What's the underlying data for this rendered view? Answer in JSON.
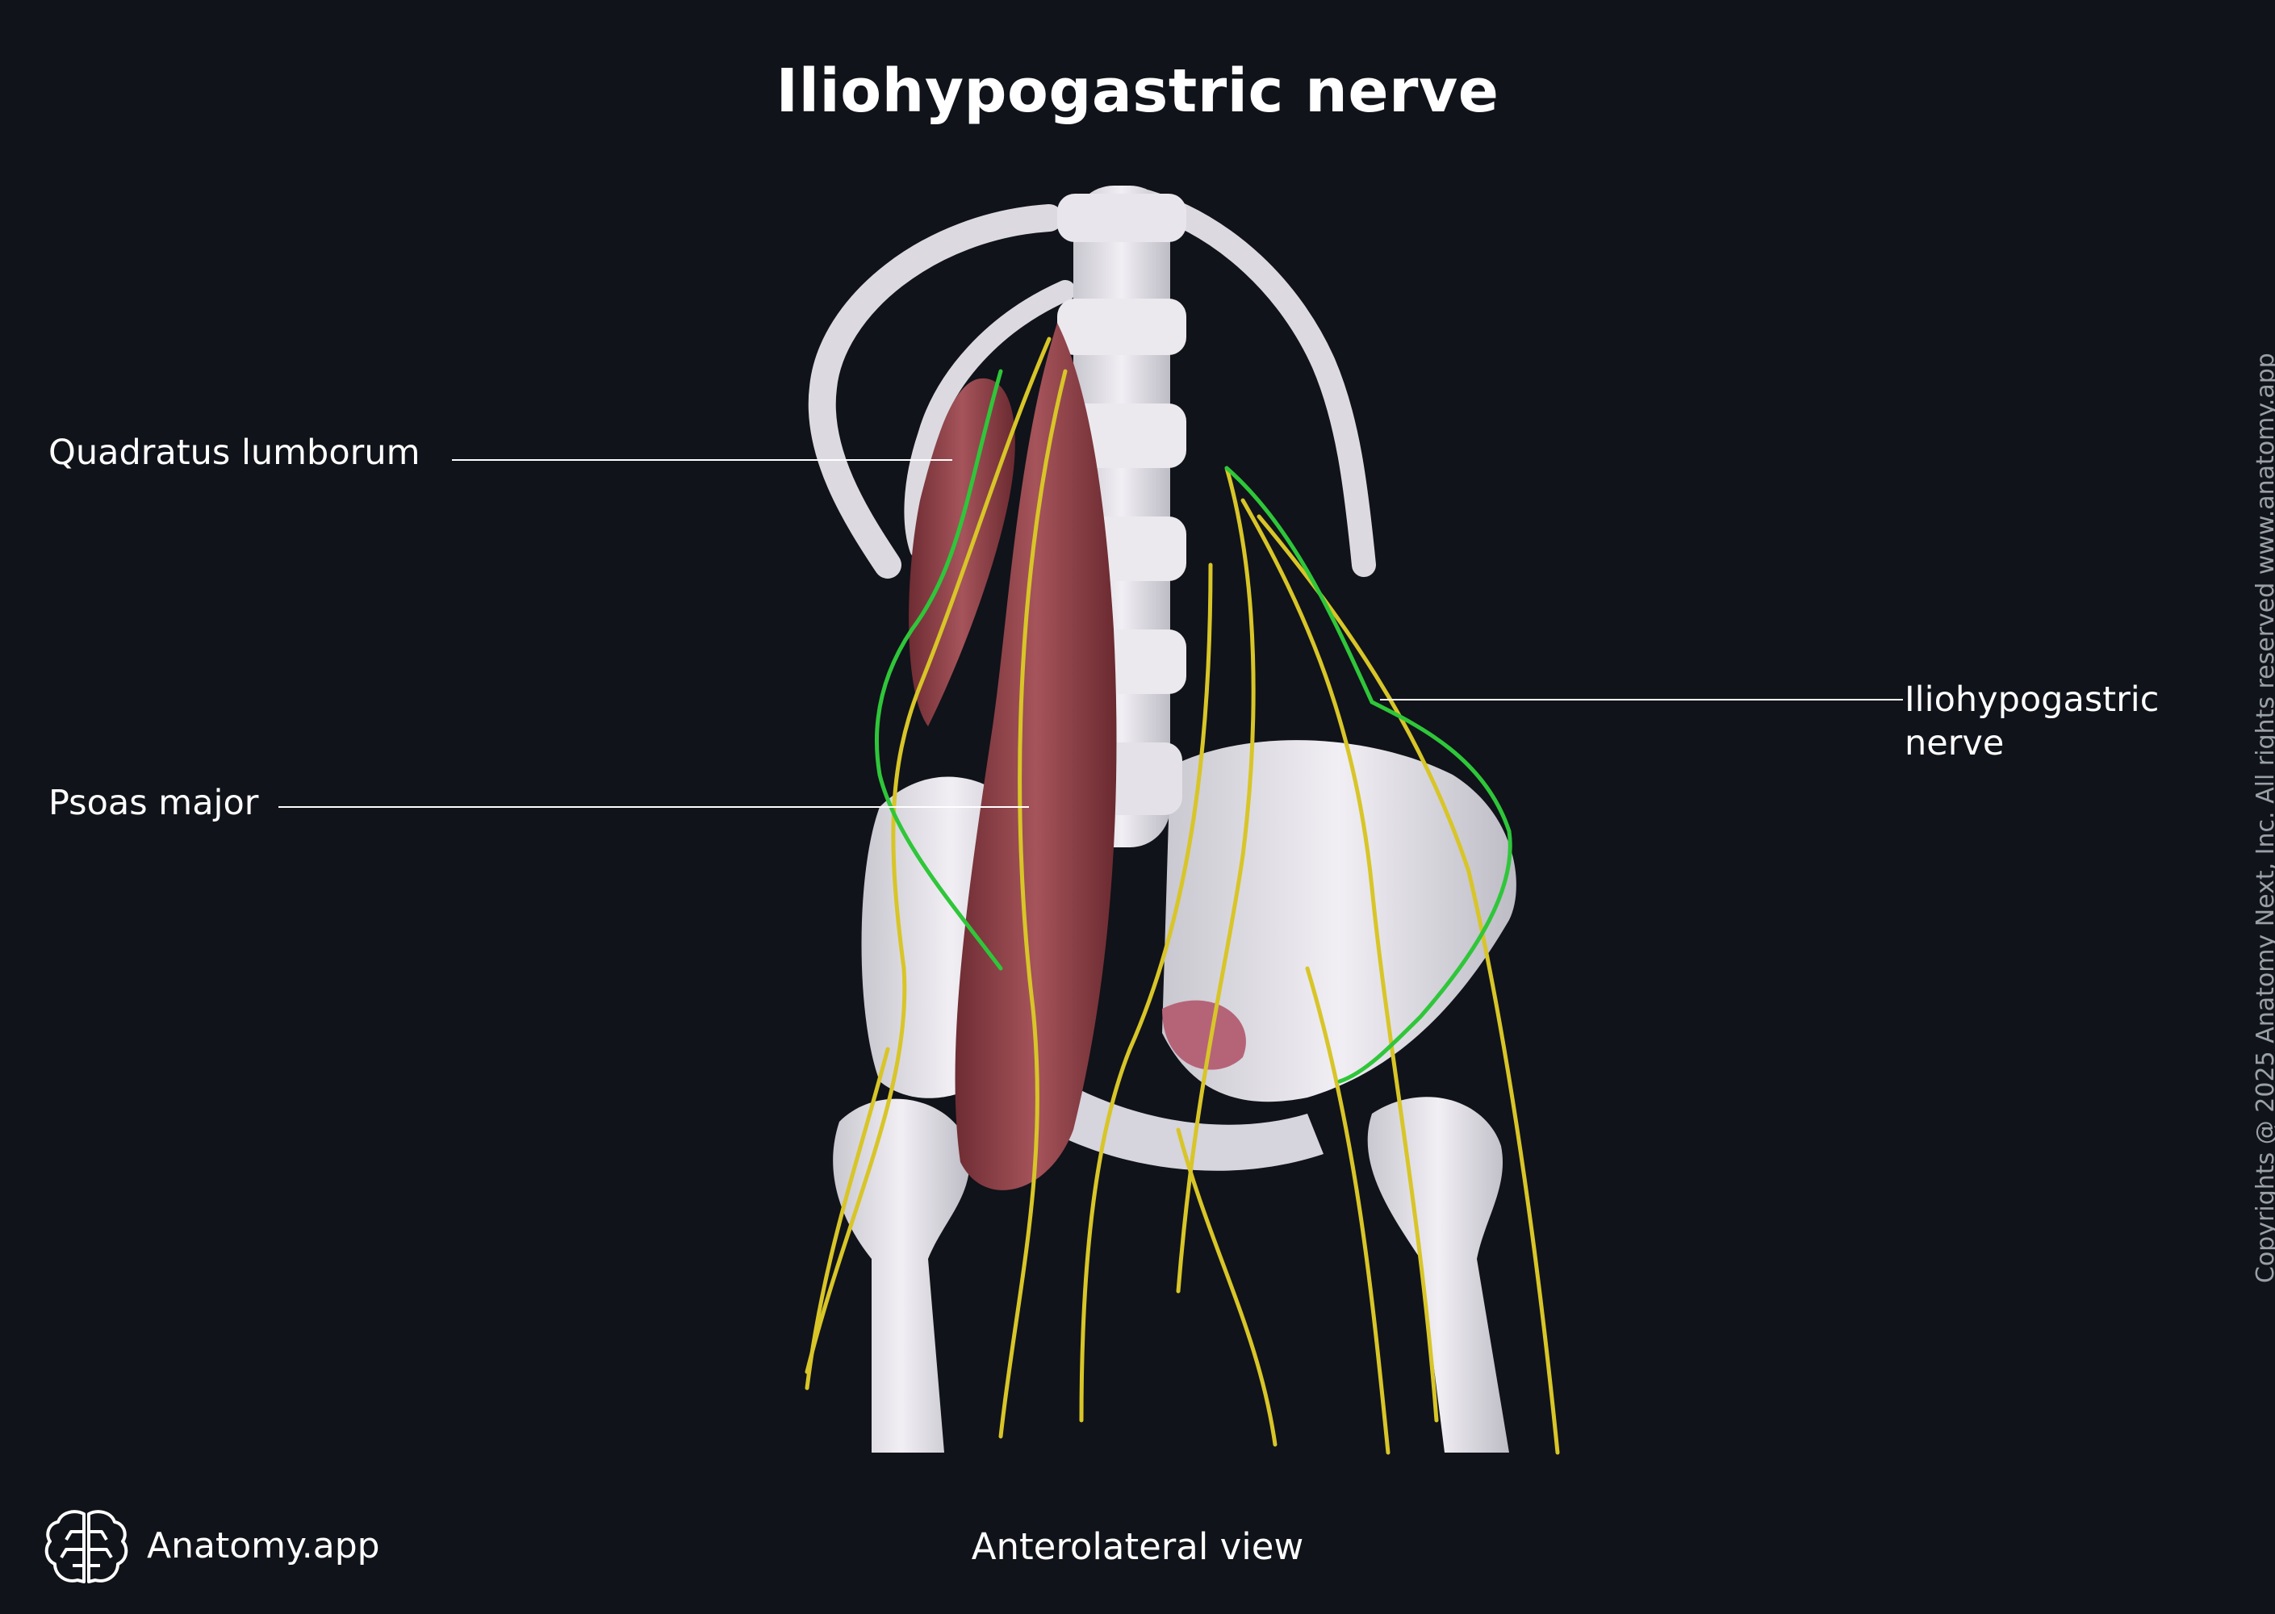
{
  "title": "Iliohypogastric nerve",
  "labels": {
    "quadratus_lumborum": "Quadratus lumborum",
    "psoas_major": "Psoas major",
    "iliohypogastric_line1": "Iliohypogastric",
    "iliohypogastric_line2": "nerve"
  },
  "view_caption": "Anterolateral view",
  "brand": "Anatomy.app",
  "copyright": "Copyrights @ 2025 Anatomy Next, Inc. All rights reserved www.anatomy.app",
  "colors": {
    "background": "#101319",
    "bone": "#e6e4ea",
    "muscle": "#8c3d43",
    "nerve": "#d8c528",
    "highlight_nerve": "#2fc63a",
    "leader_line": "#ffffff"
  }
}
